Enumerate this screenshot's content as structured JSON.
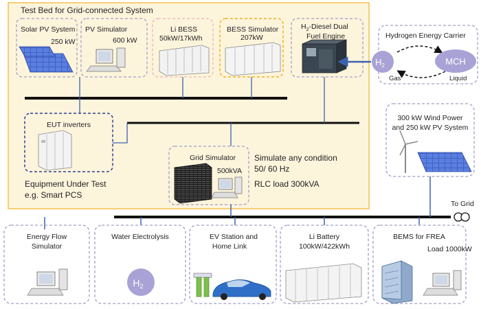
{
  "testbed": {
    "title": "Test Bed for Grid-connected System",
    "solar": {
      "name": "Solar PV System",
      "power": "250 kW"
    },
    "pv_sim": {
      "name": "PV Simulator",
      "power": "600 kW"
    },
    "li_bess": {
      "line1": "Li BESS",
      "line2": "50kW/17kWh"
    },
    "bess_sim": {
      "name": "BESS Simulator",
      "power": "207kW"
    },
    "h2_engine": {
      "line1a": "H",
      "line1sub": "2",
      "line1b": "-Diesel Dual",
      "line2": "Fuel Engine"
    },
    "eut": {
      "title": "EUT inverters",
      "caption1": "Equipment Under Test",
      "caption2": "e.g. Smart PCS"
    },
    "grid_sim": {
      "name": "Grid Simulator",
      "power": "500kVA"
    },
    "simulate": {
      "line1": "Simulate any condition",
      "line2": "50/ 60 Hz",
      "line3": "RLC load   300kVA"
    }
  },
  "hydrogen_carrier": {
    "title": "Hydrogen Energy Carrier",
    "h2": "H",
    "h2_sub": "2",
    "mch": "MCH",
    "gas": "Gas",
    "liquid": "Liquid"
  },
  "wind": {
    "line1": "300 kW Wind Power",
    "line2": "and 250 kW PV System"
  },
  "to_grid": "To Grid",
  "bottom": {
    "efs": {
      "line1": "Energy Flow",
      "line2": "Simulator"
    },
    "water": {
      "line1": "Water Electrolysis",
      "h2": "H",
      "h2_sub": "2"
    },
    "ev": {
      "line1": "EV Station and",
      "line2": "Home Link"
    },
    "li_batt": {
      "line1": "Li Battery",
      "line2": "100kW/422kWh"
    },
    "bems": {
      "line1": "BEMS for FREA",
      "line2": "Load 1000kW"
    }
  },
  "colors": {
    "panel": "#fdf4dc",
    "panel_border": "#f2c14e",
    "dashed": "#9d9fc8",
    "line_blue": "#3a62b0",
    "navy_dash": "#2a3f8f",
    "bess_dash": "#f2b21c",
    "pink_dash": "#e8b5b5",
    "h2_bubble": "#a9a2d6",
    "bus": "#111111"
  }
}
